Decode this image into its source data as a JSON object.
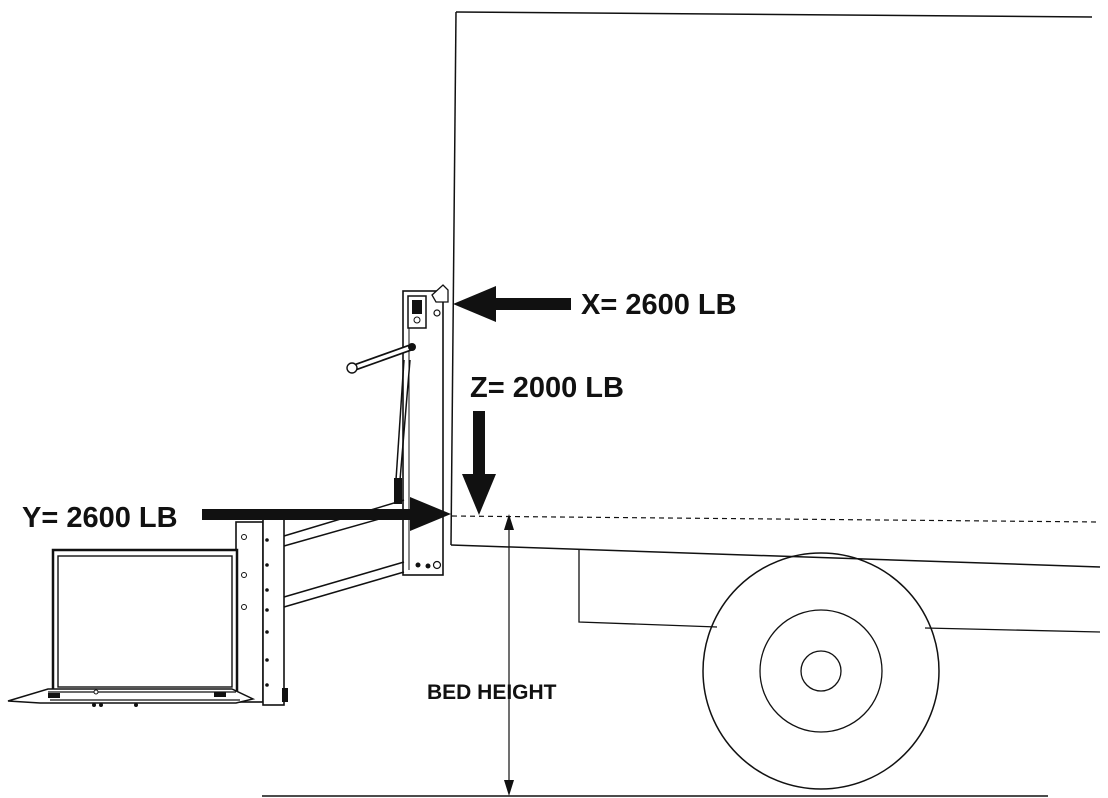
{
  "labels": {
    "x_force": "X= 2600 LB",
    "y_force": "Y= 2600 LB",
    "z_force": "Z= 2000 LB",
    "bed_height": "BED HEIGHT"
  },
  "colors": {
    "ink": "#111111",
    "background": "#ffffff"
  }
}
